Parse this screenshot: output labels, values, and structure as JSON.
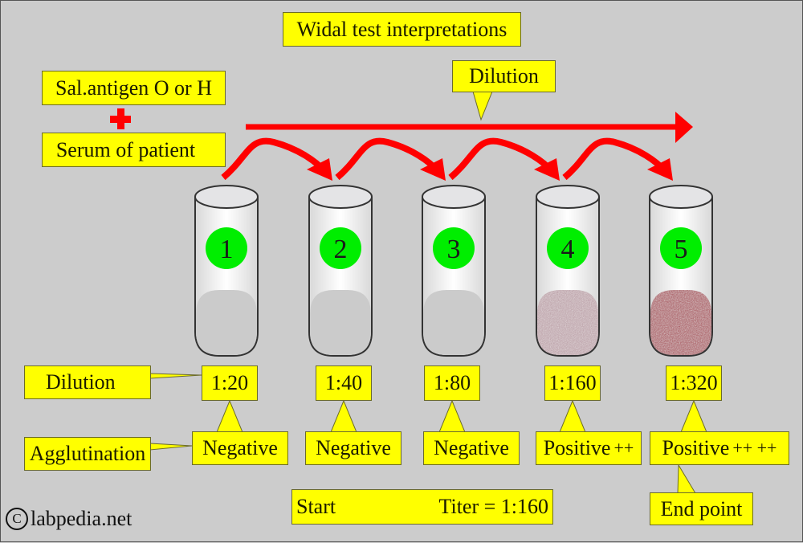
{
  "title": "Widal test interpretations",
  "reagents": {
    "antigen": "Sal.antigen O or H",
    "plus_icon": "plus-icon",
    "serum": "Serum of patient"
  },
  "dilution_callout": "Dilution",
  "row_labels": {
    "dilution": "Dilution",
    "agglutination": "Agglutination"
  },
  "tubes": [
    {
      "number": "1",
      "dilution": "1:20",
      "result": "Negative",
      "agglutination": "none"
    },
    {
      "number": "2",
      "dilution": "1:40",
      "result": "Negative",
      "agglutination": "none"
    },
    {
      "number": "3",
      "dilution": "1:80",
      "result": "Negative",
      "agglutination": "none"
    },
    {
      "number": "4",
      "dilution": "1:160",
      "result": "Positive ++",
      "result_main": "Positive",
      "result_marks": "++",
      "agglutination": "light"
    },
    {
      "number": "5",
      "dilution": "1:320",
      "result": "Positive ++ ++",
      "result_main": "Positive",
      "result_marks": "++ ++",
      "agglutination": "heavy"
    }
  ],
  "end_point": "End point",
  "titer": {
    "start": "Start",
    "result": "Titer = 1:160"
  },
  "copyright": {
    "symbol": "C",
    "site": "labpedia.net"
  },
  "colors": {
    "background": "#cccccc",
    "label_fill": "#ffff00",
    "arrow": "#ff0000",
    "tube_number_badge": "#00ee00",
    "agglutination_light": "#b89aa2",
    "agglutination_heavy": "#a4404c"
  }
}
